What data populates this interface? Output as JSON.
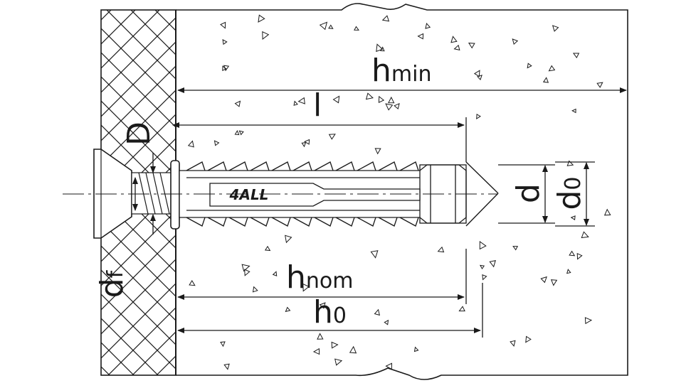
{
  "labels": {
    "h_min_main": "h",
    "h_min_sub": "min",
    "l": "l",
    "D": "D",
    "d": "d",
    "d0_main": "d",
    "d0_sub": "0",
    "df_main": "d",
    "df_sub": "f",
    "h_nom_main": "h",
    "h_nom_sub": "nom",
    "h0_main": "h",
    "h0_sub": "0",
    "brand": "4ALL"
  },
  "colors": {
    "line": "#1a1a1a",
    "fill": "#ffffff"
  }
}
